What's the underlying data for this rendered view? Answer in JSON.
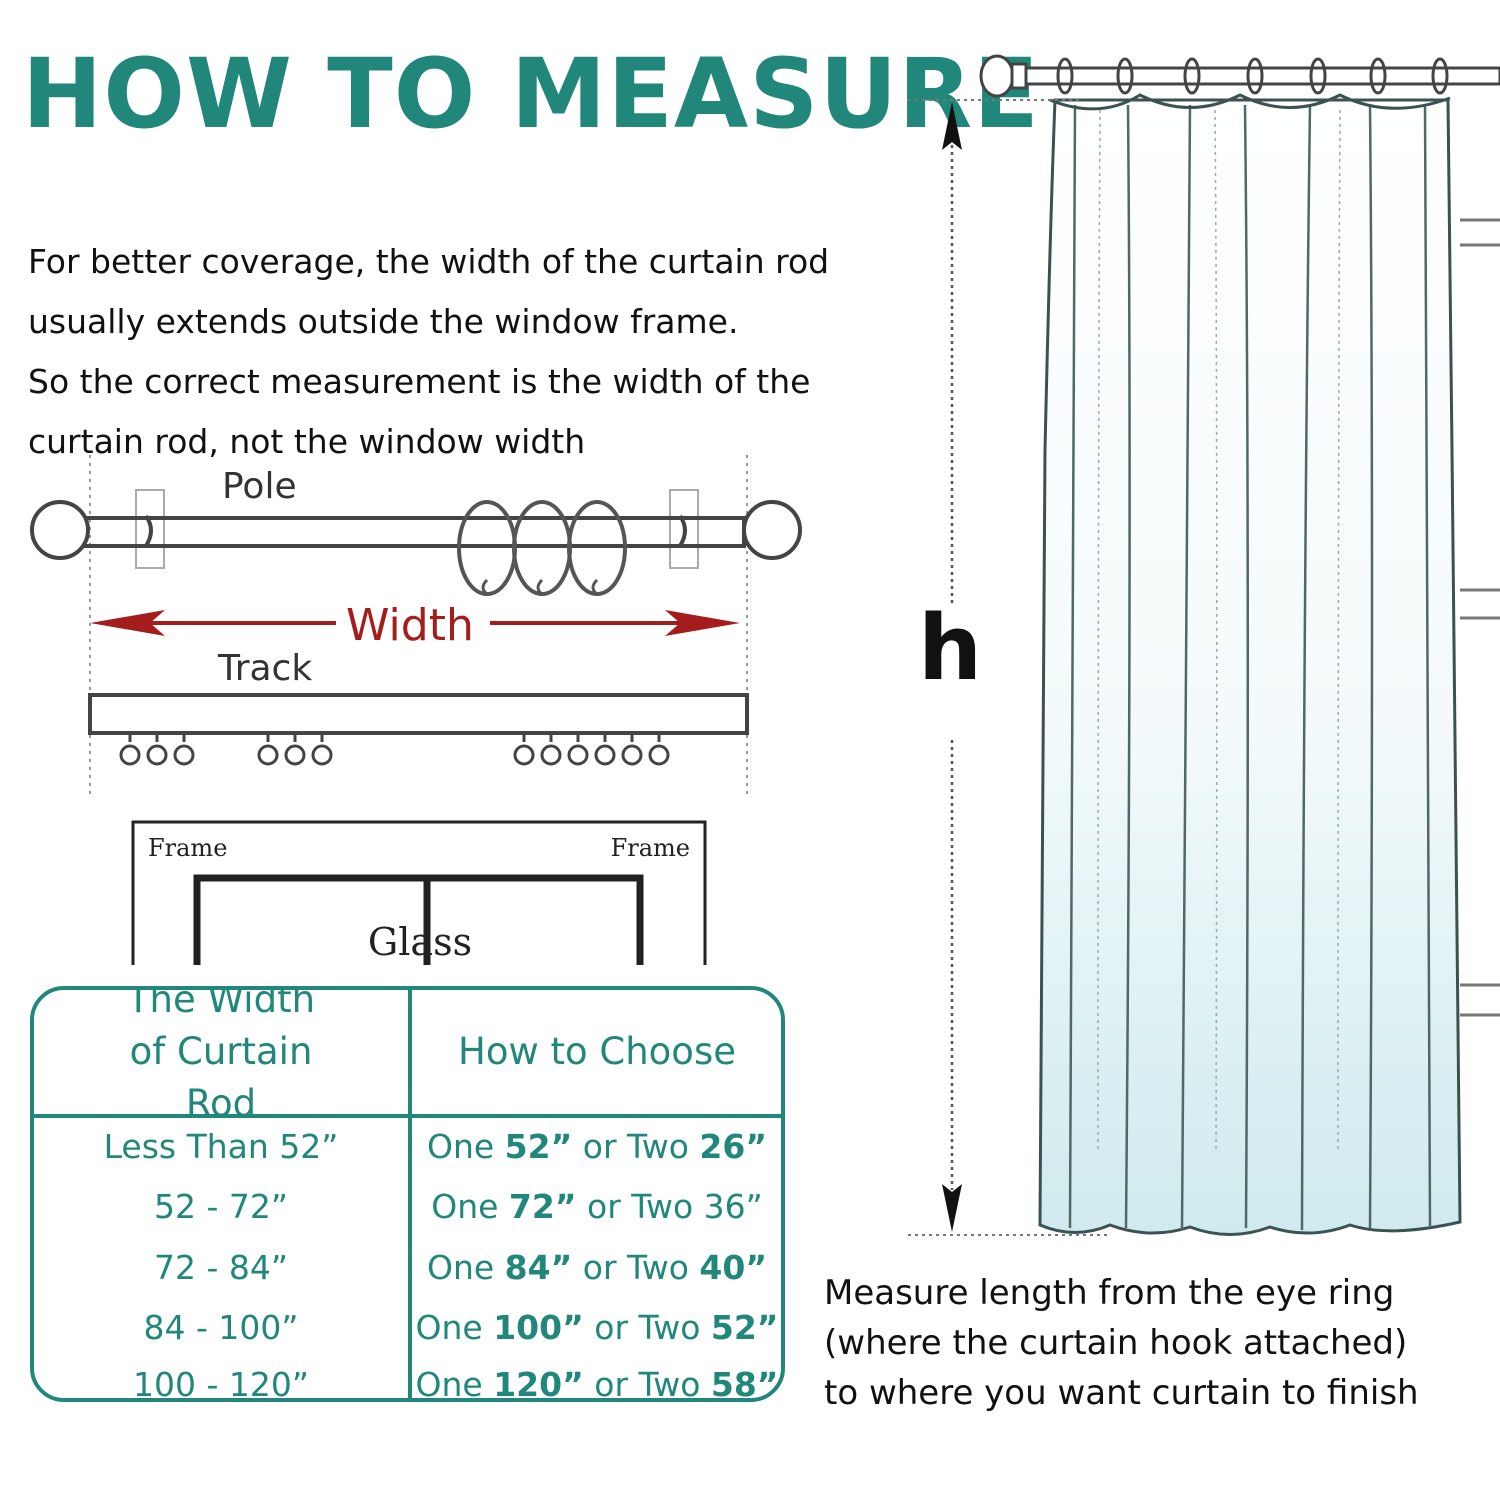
{
  "colors": {
    "teal": "#21877b",
    "arrow_red": "#a51c1c",
    "line_gray": "#555555",
    "curtain_blue": "#cfeaef"
  },
  "title": "HOW TO MEASURE",
  "intro": [
    "For better coverage, the width of the curtain rod",
    "usually extends outside the window frame.",
    "So the correct measurement is the width of the",
    "curtain rod, not the window width"
  ],
  "diagram": {
    "pole_label": "Pole",
    "width_label": "Width",
    "track_label": "Track",
    "frame_left": "Frame",
    "frame_right": "Frame",
    "glass_label": "Glass"
  },
  "height_label": "h",
  "table": {
    "header_col1": "The Width of Curtain Rod",
    "header_col2": "How to Choose",
    "rows": [
      {
        "width": "Less Than 52”",
        "one_pre": "One ",
        "one_val": "52”",
        "mid": " or Two ",
        "two_val": "26”",
        "two_bold": true
      },
      {
        "width": "52 - 72”",
        "one_pre": "One ",
        "one_val": "72”",
        "mid": " or Two ",
        "two_val": "36”",
        "two_bold": false
      },
      {
        "width": "72 - 84”",
        "one_pre": "One ",
        "one_val": "84”",
        "mid": " or Two ",
        "two_val": "40”",
        "two_bold": true
      },
      {
        "width": "84 - 100”",
        "one_pre": "One ",
        "one_val": "100”",
        "mid": " or Two ",
        "two_val": "52”",
        "two_bold": true
      },
      {
        "width": "100 - 120”",
        "one_pre": "One ",
        "one_val": "120”",
        "mid": " or Two ",
        "two_val": "58”",
        "two_bold": true
      }
    ]
  },
  "caption": [
    "Measure length from the eye ring",
    "(where the curtain hook attached)",
    "to where you want curtain to finish"
  ]
}
